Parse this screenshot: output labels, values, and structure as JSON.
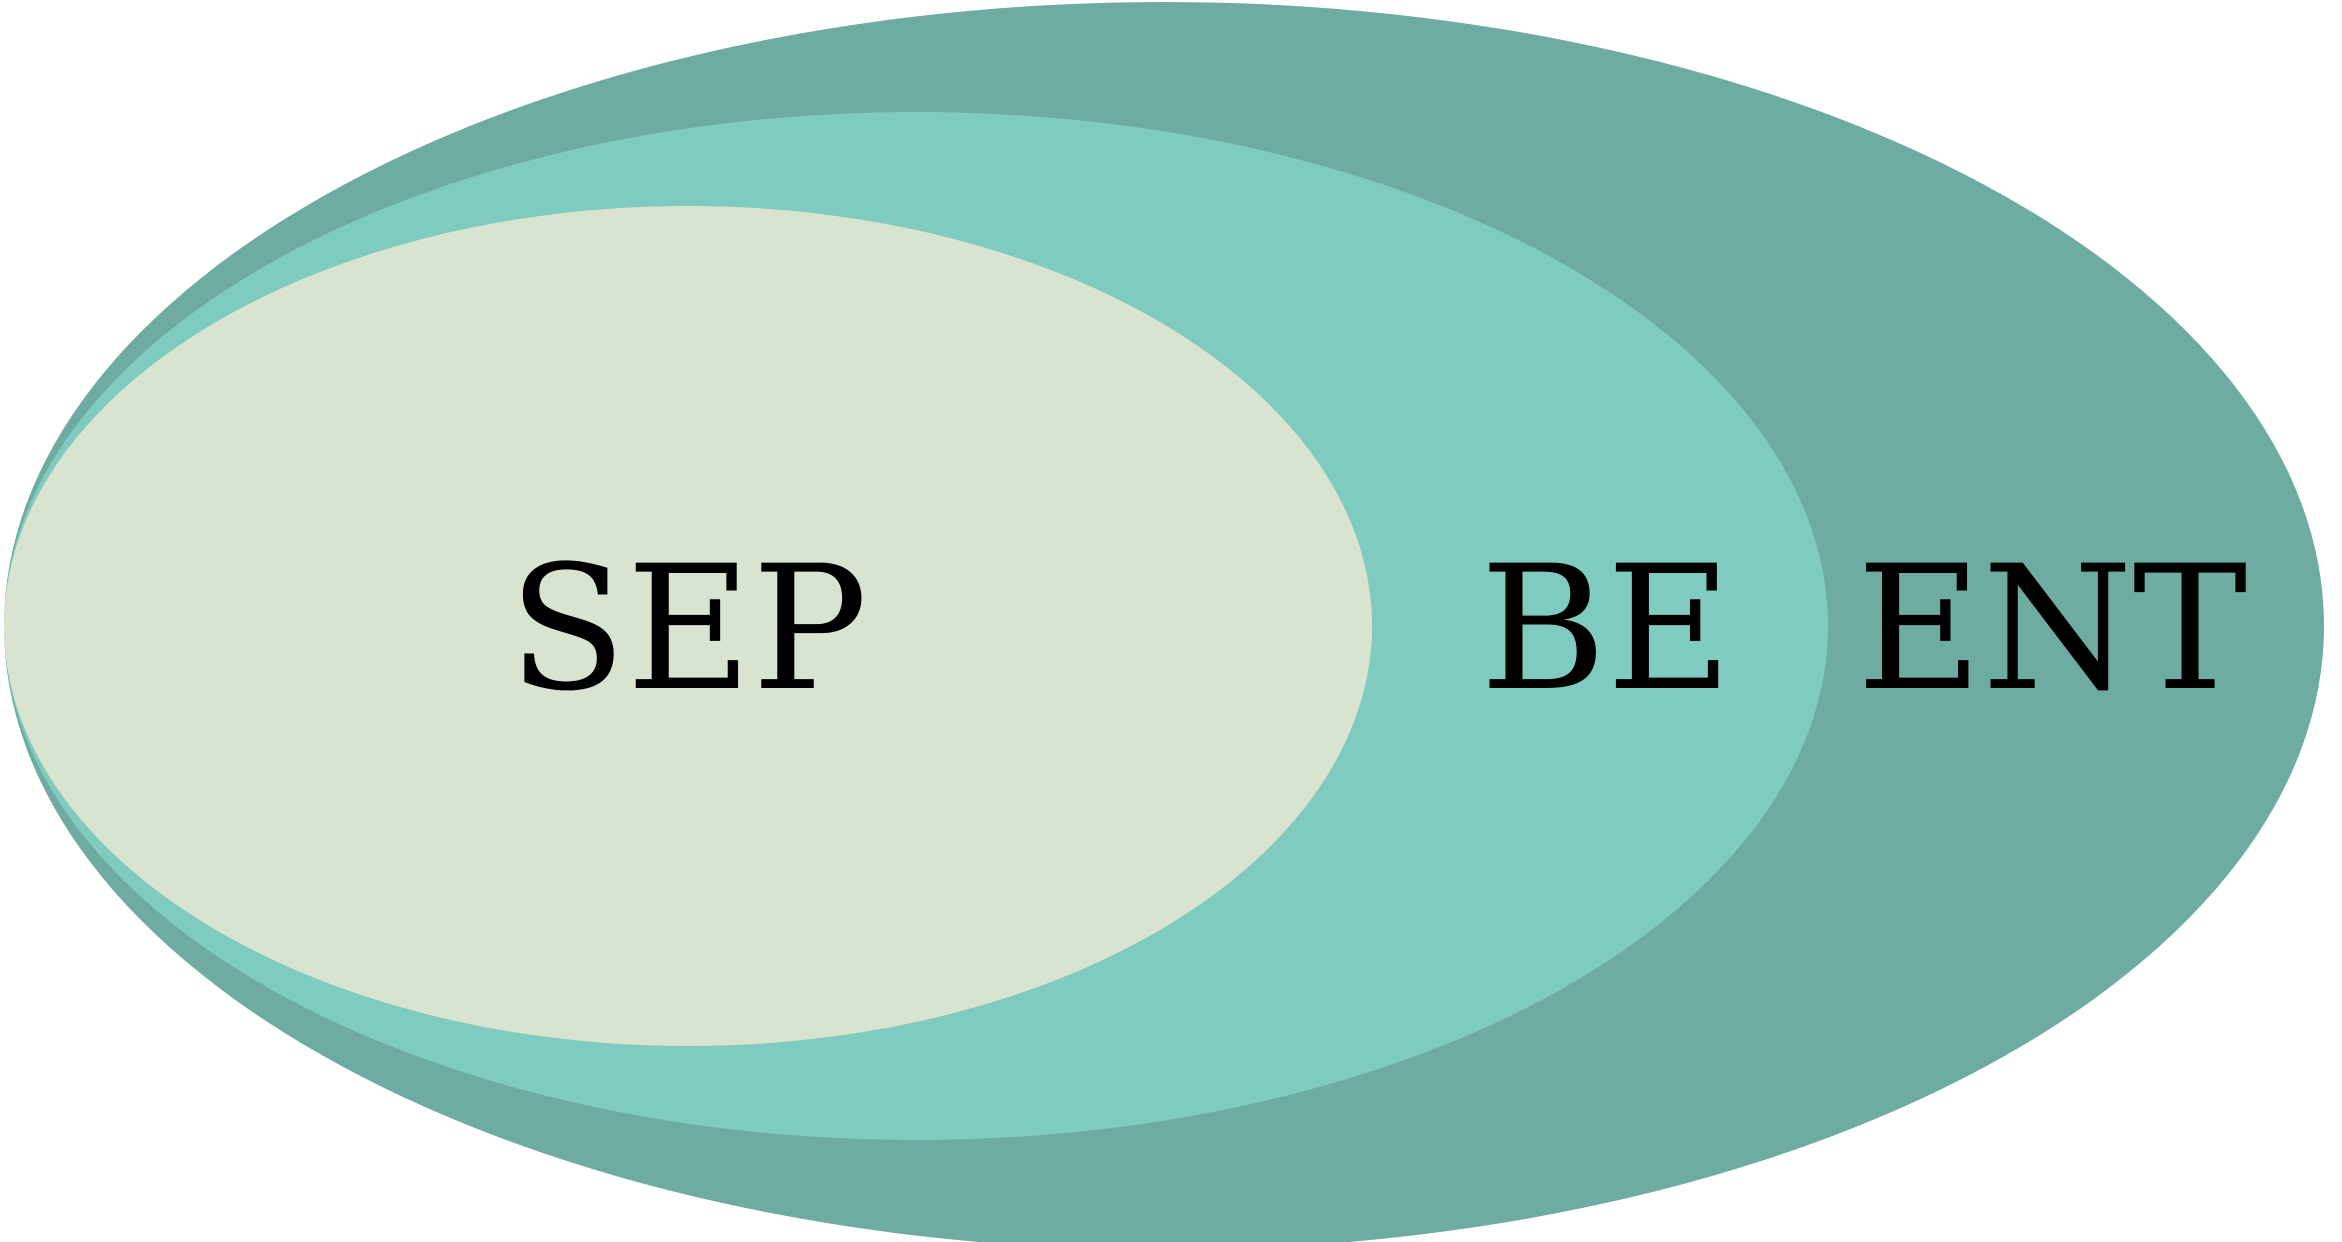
{
  "diagram": {
    "sets": [
      {
        "label": "ENT",
        "color": "#6eaba0"
      },
      {
        "label": "BE",
        "color": "#80cbbf"
      },
      {
        "label": "SEP",
        "color": "#d8e3d0"
      }
    ]
  }
}
